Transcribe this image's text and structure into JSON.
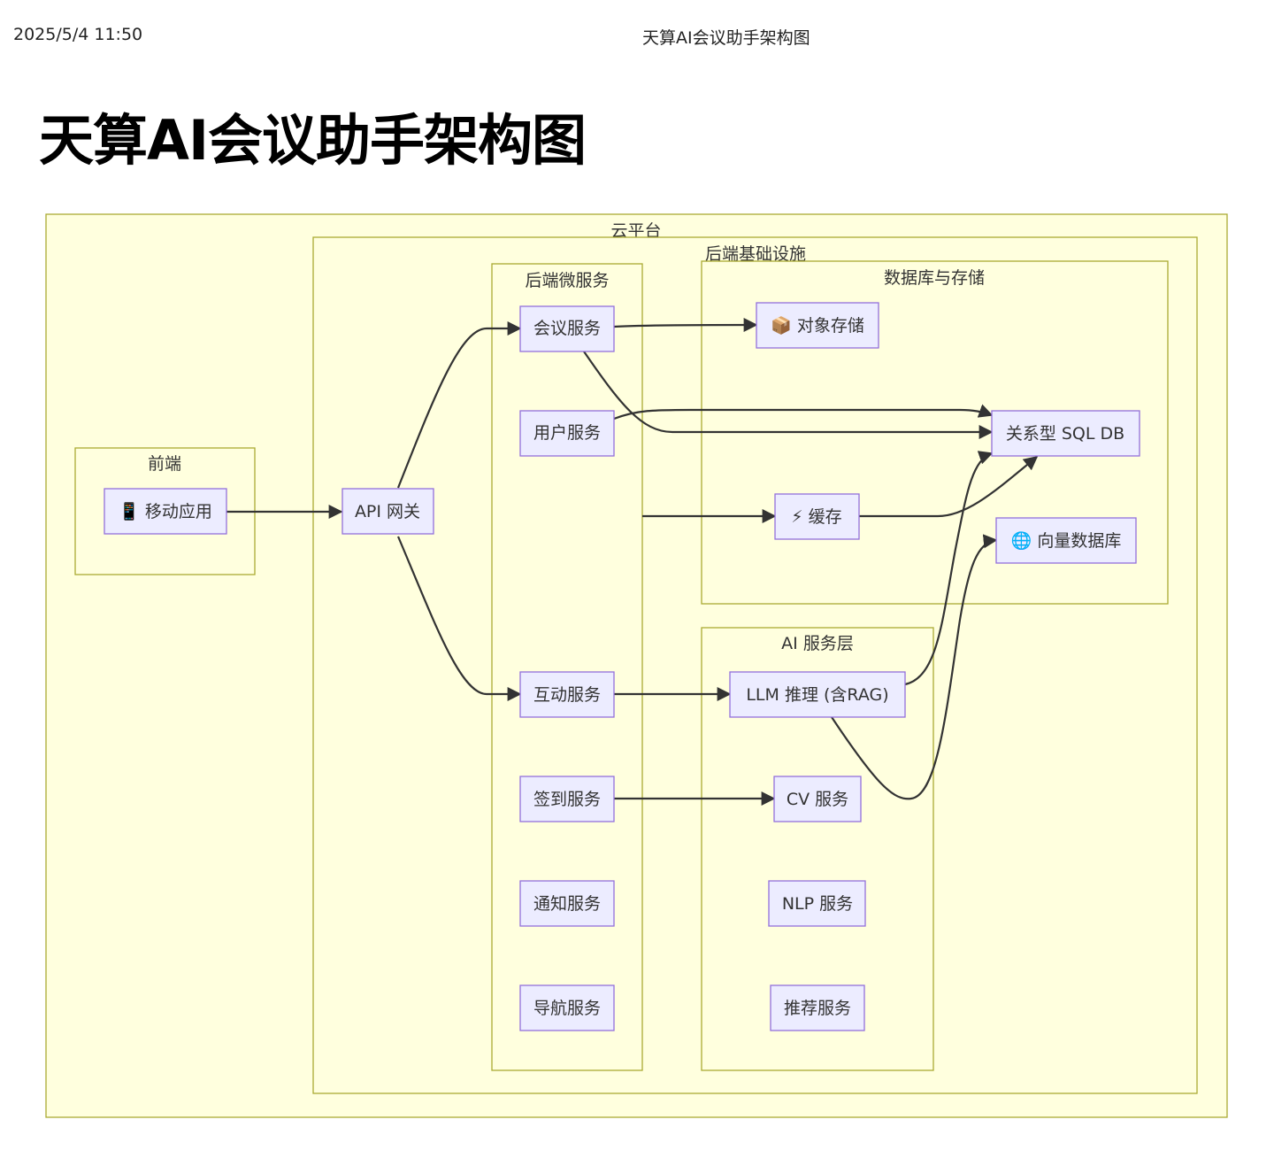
{
  "header": {
    "datetime": "2025/5/4 11:50",
    "doc_title": "天算AI会议助手架构图"
  },
  "title": "天算AI会议助手架构图",
  "diagram": {
    "clusters": {
      "cloud": "云平台",
      "backend": "后端基础设施",
      "frontend": "前端",
      "microservices": "后端微服务",
      "storage": "数据库与存储",
      "ai": "AI 服务层"
    },
    "nodes": {
      "mobile": "📱 移动应用",
      "gateway": "API 网关",
      "meeting": "会议服务",
      "user": "用户服务",
      "interact": "互动服务",
      "checkin": "签到服务",
      "notify": "通知服务",
      "nav": "导航服务",
      "objstore": "📦 对象存储",
      "sqldb": "关系型 SQL DB",
      "cache": "⚡ 缓存",
      "vectordb": "🌐 向量数据库",
      "llm": "LLM 推理 (含RAG)",
      "cv": "CV 服务",
      "nlp": "NLP 服务",
      "recommend": "推荐服务"
    },
    "edges": [
      {
        "from": "mobile",
        "to": "gateway"
      },
      {
        "from": "gateway",
        "to": "meeting"
      },
      {
        "from": "gateway",
        "to": "interact"
      },
      {
        "from": "meeting",
        "to": "objstore"
      },
      {
        "from": "meeting",
        "to": "sqldb"
      },
      {
        "from": "user",
        "to": "sqldb"
      },
      {
        "from": "microservices",
        "to": "cache"
      },
      {
        "from": "cache",
        "to": "sqldb"
      },
      {
        "from": "interact",
        "to": "llm"
      },
      {
        "from": "llm",
        "to": "sqldb"
      },
      {
        "from": "llm",
        "to": "vectordb"
      },
      {
        "from": "checkin",
        "to": "cv"
      }
    ]
  }
}
